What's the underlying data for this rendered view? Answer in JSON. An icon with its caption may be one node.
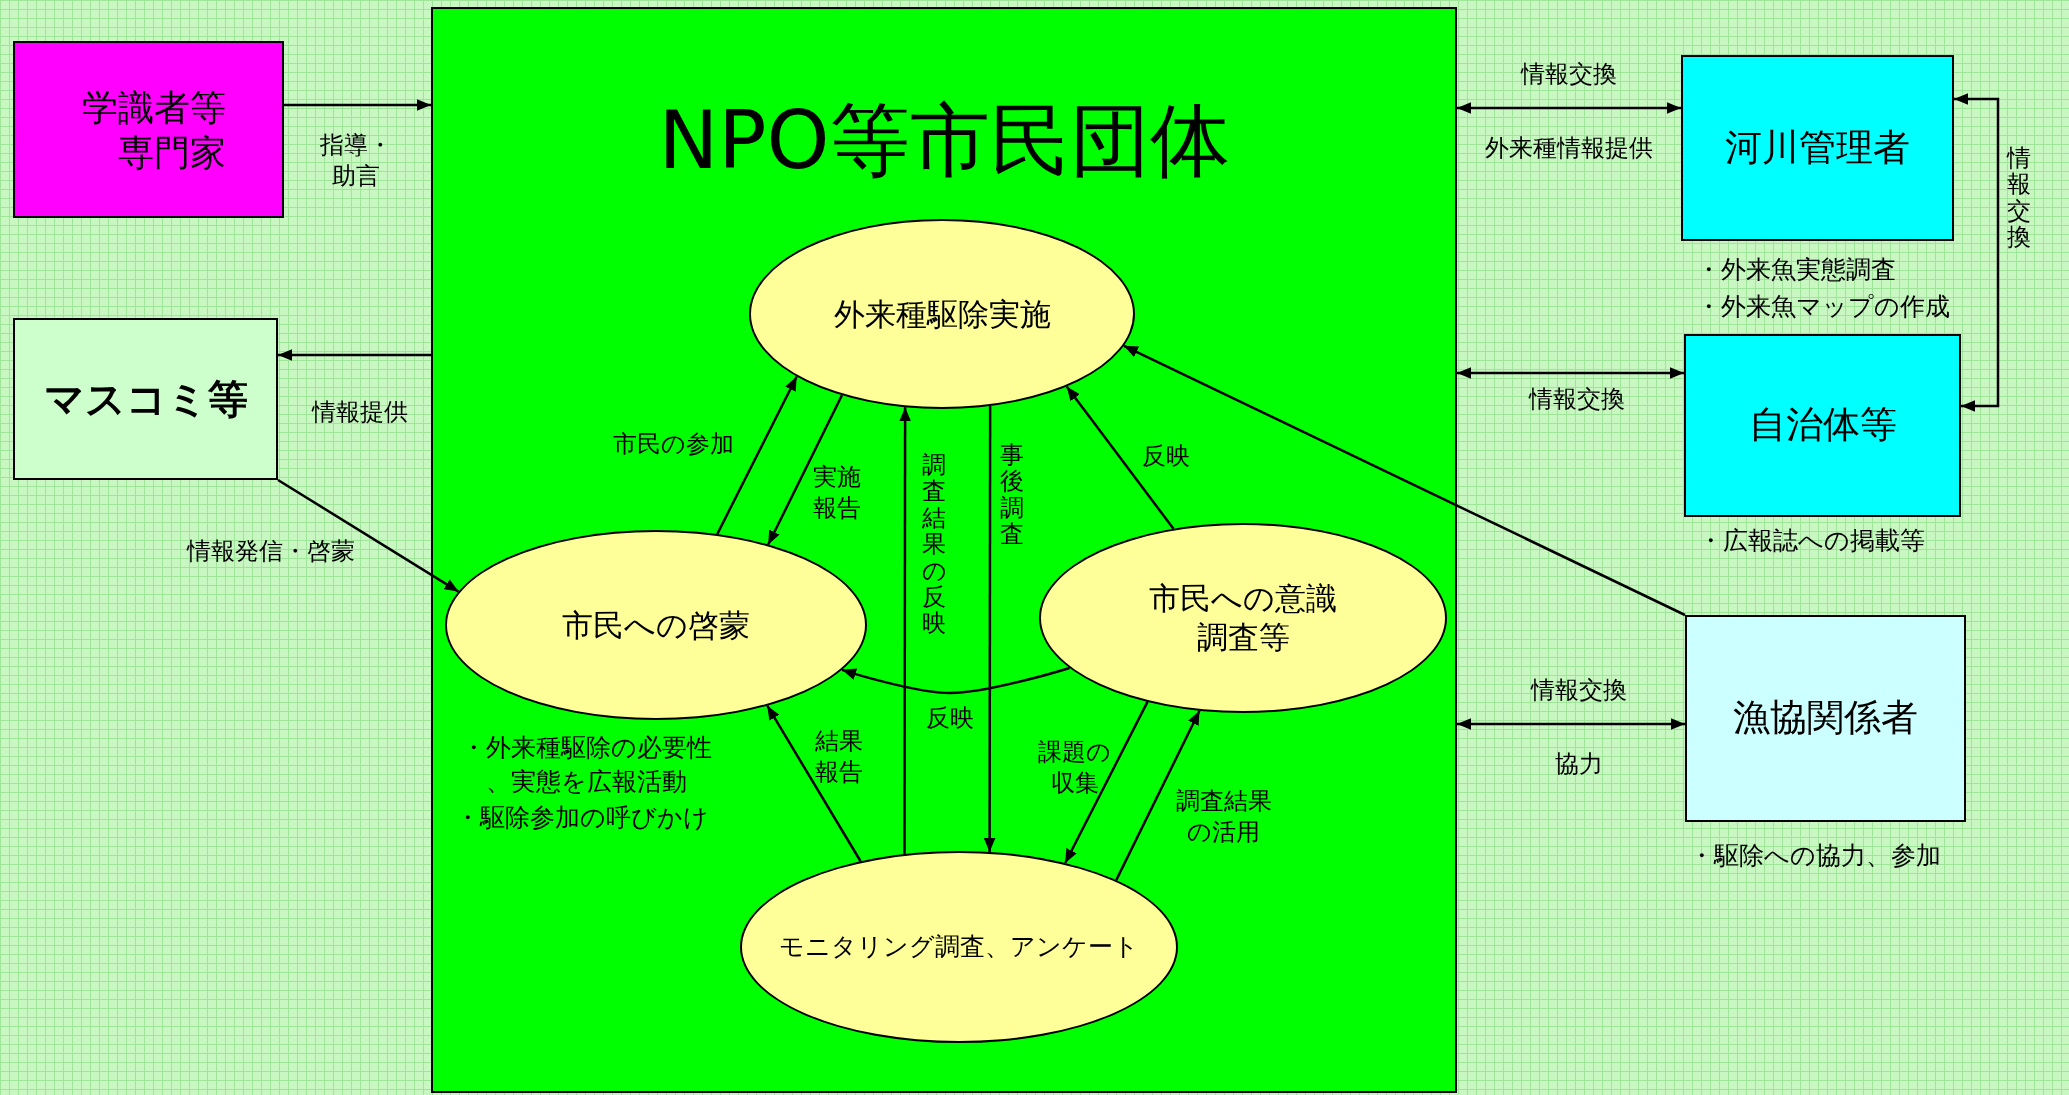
{
  "diagram": {
    "nodes": [
      {
        "text": [
          "NPO等市民団体"
        ]
      },
      {
        "text": [
          "学識者等専門家"
        ]
      },
      {
        "text": [
          "マスコミ等"
        ]
      },
      {
        "text": [
          "外来種駆除実施"
        ],
        "in": 0
      },
      {
        "text": [
          "市民への啓蒙"
        ],
        "in": 0,
        "beside": [
          "・外来種駆除の必要性、実態を広報活動",
          "・駆除参加の呼びかけ"
        ]
      },
      {
        "text": [
          "市民への意識調査等"
        ],
        "in": 0
      },
      {
        "text": [
          "モニタリング調査、アンケート"
        ],
        "in": 0
      },
      {
        "text": [
          "河川管理者"
        ],
        "beside": [
          "・外来魚実態調査",
          "・外来魚マップの作成"
        ]
      },
      {
        "text": [
          "自治体等"
        ],
        "beside": [
          "・広報誌への掲載等"
        ]
      },
      {
        "text": [
          "漁協関係者"
        ],
        "beside": [
          "・駆除への協力、参加"
        ]
      }
    ],
    "edges": [
      {
        "from": 1,
        "to": 0,
        "arrow": "to",
        "label": "指導・助言"
      },
      {
        "from": 0,
        "to": 2,
        "arrow": "to",
        "label": "情報提供"
      },
      {
        "from": 2,
        "to": 4,
        "arrow": "to",
        "label": "情報発信・啓蒙"
      },
      {
        "from": 0,
        "to": 7,
        "arrow": "both",
        "label": "情報交換"
      },
      {
        "from": 0,
        "to": 8,
        "arrow": "both",
        "label": "情報交換"
      },
      {
        "from": 7,
        "to": 8,
        "arrow": "both",
        "label": "情報交換"
      },
      {
        "from": 0,
        "to": 9,
        "arrow": "both",
        "label": "情報交換"
      },
      {
        "from": 9,
        "to": 3,
        "arrow": "to"
      },
      {
        "from": 4,
        "to": 3,
        "arrow": "to",
        "label": "市民の参加"
      },
      {
        "from": 3,
        "to": 4,
        "arrow": "to",
        "label": "実施報告"
      },
      {
        "from": 6,
        "to": 3,
        "arrow": "to",
        "label": "調査結果の反映"
      },
      {
        "from": 3,
        "to": 6,
        "arrow": "to",
        "label": "事後調査"
      },
      {
        "from": 5,
        "to": 3,
        "arrow": "to",
        "label": "反映"
      },
      {
        "from": 5,
        "to": 4,
        "arrow": "to",
        "label": "反映"
      },
      {
        "from": 6,
        "to": 4,
        "arrow": "to",
        "label": "結果報告"
      },
      {
        "from": 5,
        "to": 6,
        "arrow": "to",
        "label": "課題の収集"
      },
      {
        "from": 6,
        "to": 5,
        "arrow": "to",
        "label": "調査結果の活用"
      }
    ],
    "labels": [
      "外来種情報提供",
      "協力"
    ]
  }
}
